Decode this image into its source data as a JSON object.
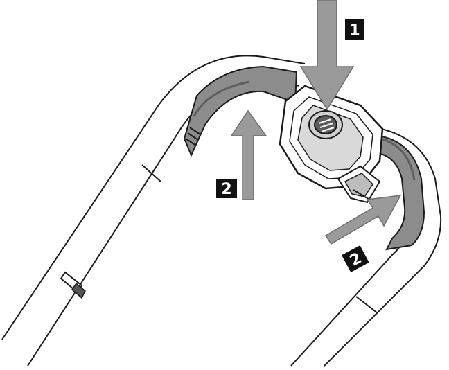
{
  "diagram": {
    "labels": {
      "step_1": "1",
      "step_2_left": "2",
      "step_2_right": "2"
    },
    "colors": {
      "line": "#1a1a1a",
      "grip": "#8c8c8c",
      "grip_dark": "#5e5e5e",
      "arrow": "#9a9a9a",
      "arrow_dark": "#6e6e6e",
      "badge": "#111111",
      "housing": "#ffffff",
      "housing_shade": "#d9d9d9"
    }
  }
}
